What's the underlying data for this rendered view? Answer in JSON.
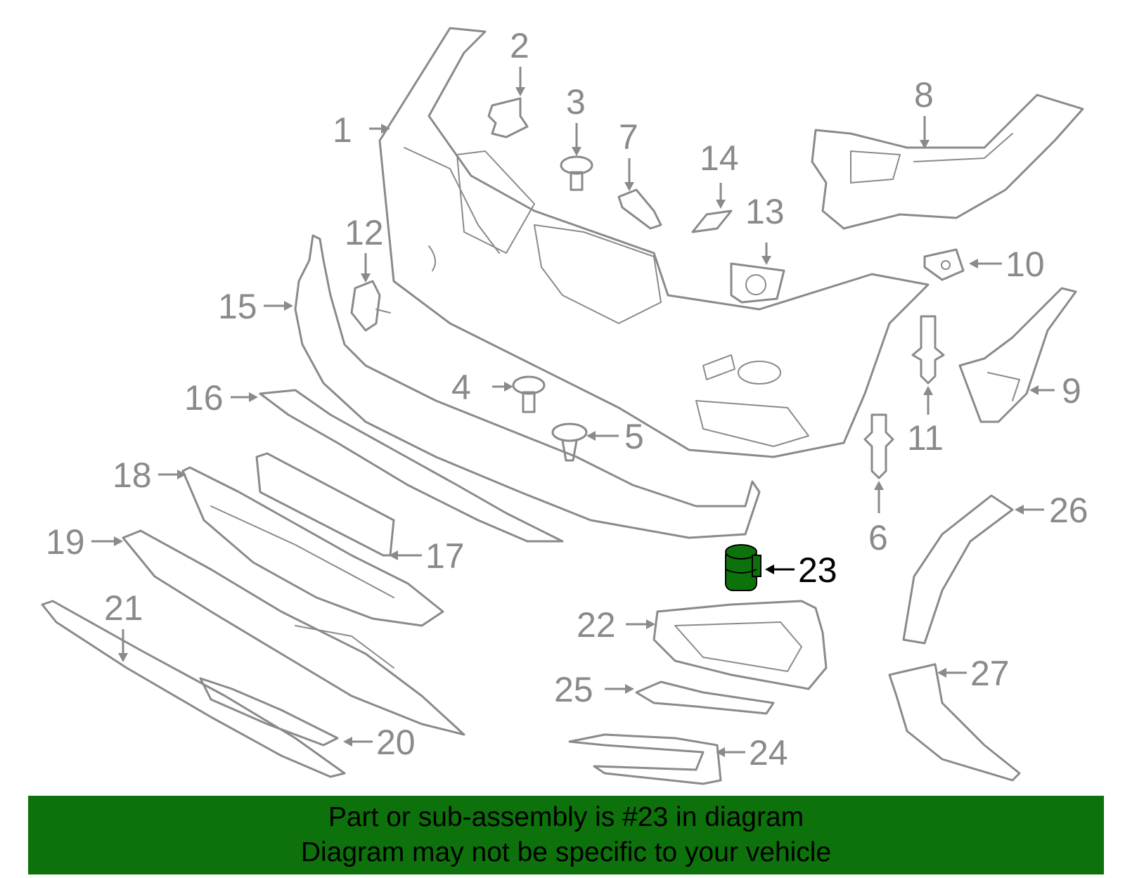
{
  "diagram": {
    "callouts": [
      "1",
      "2",
      "3",
      "4",
      "5",
      "6",
      "7",
      "8",
      "9",
      "10",
      "11",
      "12",
      "13",
      "14",
      "15",
      "16",
      "17",
      "18",
      "19",
      "20",
      "21",
      "22",
      "23",
      "24",
      "25",
      "26",
      "27"
    ],
    "highlighted_callout": "23",
    "highlight_color": "#0d720b",
    "line_color": "#8a8a8a"
  },
  "notice": {
    "line1": "Part or sub-assembly is #23 in diagram",
    "line2": "Diagram may not be specific to your vehicle",
    "background_color": "#0d720b"
  }
}
